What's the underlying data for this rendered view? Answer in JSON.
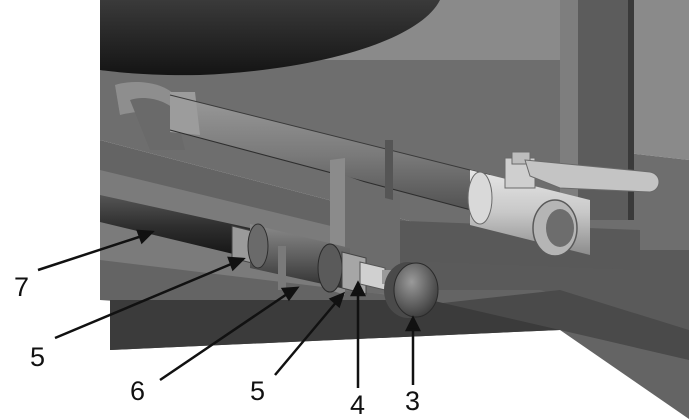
{
  "callouts": [
    {
      "id": "c7",
      "label": "7"
    },
    {
      "id": "c5a",
      "label": "5"
    },
    {
      "id": "c6",
      "label": "6"
    },
    {
      "id": "c5b",
      "label": "5"
    },
    {
      "id": "c4",
      "label": "4"
    },
    {
      "id": "c3",
      "label": "3"
    }
  ],
  "colors": {
    "dark_tank": "#2b2b2b",
    "frame_grey": "#6e6e6e",
    "pipe_grey": "#7a7a7a",
    "valve_silver": "#cfcfcf",
    "black_hose": "#2e2e2e",
    "leader_line": "#111111"
  }
}
